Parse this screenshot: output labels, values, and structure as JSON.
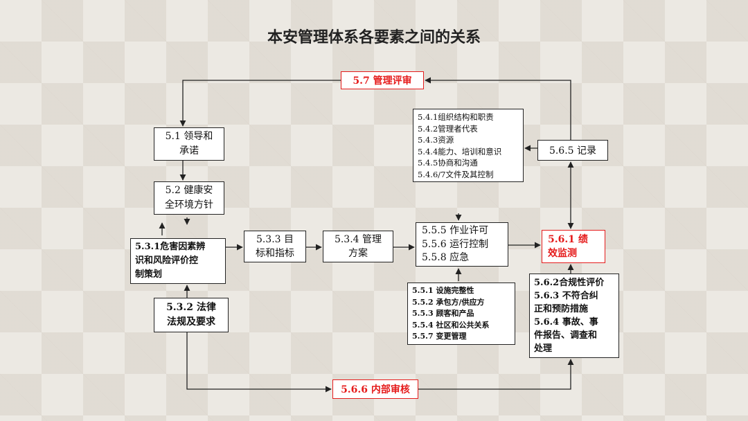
{
  "title": "本安管理体系各要素之间的关系",
  "nodes": {
    "review": "5.7 管理评审",
    "leadership": [
      "5.1 领导和",
      "承诺"
    ],
    "policy": [
      "5.2 健康安",
      "全环境方针"
    ],
    "hazard": [
      "5.3.1危害因素辨",
      "识和风险评价控",
      "制策划"
    ],
    "legal": [
      "5.3.2 法律",
      "法规及要求"
    ],
    "objectives": [
      "5.3.3 目",
      "标和指标"
    ],
    "program": [
      "5.3.4 管理",
      "方案"
    ],
    "organization": [
      "5.4.1组织结构和职责",
      "5.4.2管理者代表",
      "5.4.3资源",
      "5.4.4能力、培训和意识",
      "5.4.5协商和沟通",
      "5.4.6/7文件及其控制"
    ],
    "operation": [
      "5.5.5 作业许可",
      "5.5.6 运行控制",
      "5.5.8 应急"
    ],
    "support": [
      "5.5.1 设施完整性",
      "5.5.2 承包方/供应方",
      "5.5.3 顾客和产品",
      "5.5.4 社区和公共关系",
      "5.5.7 变更管理"
    ],
    "record": "5.6.5 记录",
    "monitoring": [
      "5.6.1 绩",
      "效监测"
    ],
    "evaluation": [
      "5.6.2合规性评价",
      "5.6.3 不符合纠",
      "正和预防措施",
      "5.6.4 事故、事",
      "件报告、调查和",
      "处理"
    ],
    "audit": "5.6.6 内部审核"
  },
  "colors": {
    "highlight": "#e51b1b",
    "line": "#222222"
  }
}
